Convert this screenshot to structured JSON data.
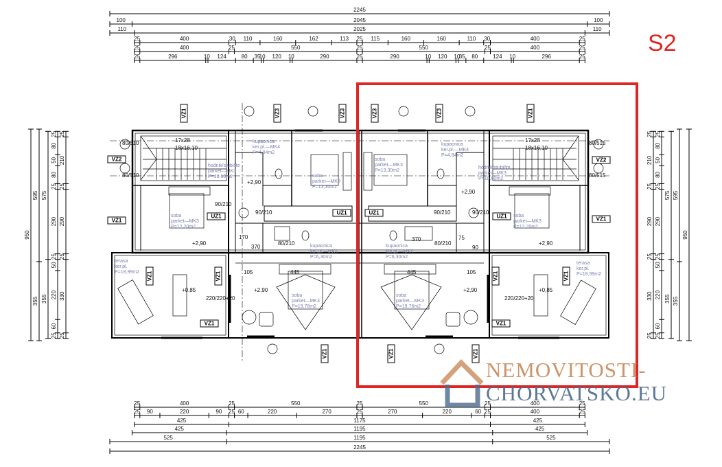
{
  "sheet_label": "S2",
  "highlight_color": "#e02424",
  "watermark": {
    "line1": "NEMOVITOSTI-",
    "line2": "CHORVATSKO.EU"
  },
  "dimensions": {
    "top": [
      {
        "offset": 0,
        "segments": [
          2245
        ]
      },
      {
        "offset": 0,
        "segments": [
          100,
          2045,
          100
        ]
      },
      {
        "offset": 0,
        "segments": [
          110,
          2025,
          110
        ]
      },
      {
        "offset": 110,
        "segments": [
          25,
          400,
          30,
          110,
          160,
          162,
          113,
          25,
          115,
          160,
          160,
          110,
          30,
          400,
          25
        ]
      },
      {
        "offset": 110,
        "segments": [
          25,
          400,
          25,
          550,
          25,
          550,
          25,
          400,
          25
        ]
      },
      {
        "offset": 110,
        "segments": [
          25,
          296,
          10,
          124,
          80,
          35,
          10,
          120,
          10,
          290,
          25,
          290,
          10,
          120,
          10,
          35,
          80,
          124,
          10,
          296,
          25
        ]
      }
    ],
    "bottom": [
      {
        "offset": 110,
        "segments": [
          25,
          400,
          25,
          550,
          25,
          550,
          25,
          400,
          25
        ]
      },
      {
        "offset": 110,
        "segments": [
          25,
          90,
          220,
          90,
          25,
          60,
          220,
          270,
          25,
          270,
          220,
          60,
          25,
          400,
          25
        ]
      },
      {
        "offset": 110,
        "segments": [
          425,
          1175,
          425
        ]
      },
      {
        "offset": 100,
        "segments": [
          425,
          1195,
          425
        ]
      },
      {
        "offset": 0,
        "segments": [
          525,
          1195,
          525
        ]
      },
      {
        "offset": 0,
        "segments": [
          2245
        ]
      }
    ],
    "left": [
      {
        "offset": 0,
        "segments": [
          950
        ]
      },
      {
        "offset": 0,
        "segments": [
          595,
          355
        ]
      },
      {
        "offset": 10,
        "segments": [
          575,
          355
        ]
      },
      {
        "offset": 10,
        "segments": [
          25,
          80,
          50,
          80,
          25,
          290,
          25,
          50,
          220,
          60,
          25
        ]
      },
      {
        "offset": 10,
        "segments": [
          25,
          210,
          25,
          290,
          25,
          330,
          25
        ]
      }
    ],
    "right": [
      {
        "offset": 10,
        "segments": [
          25,
          210,
          25,
          290,
          25,
          330,
          25
        ]
      },
      {
        "offset": 10,
        "segments": [
          25,
          80,
          50,
          80,
          25,
          290,
          25,
          50,
          220,
          60,
          25
        ]
      },
      {
        "offset": 10,
        "segments": [
          575,
          355
        ]
      },
      {
        "offset": 0,
        "segments": [
          595,
          355
        ]
      },
      {
        "offset": 0,
        "segments": [
          950
        ]
      }
    ]
  },
  "rooms": [
    {
      "name": "hodnik/stubište",
      "floor": "parket—MK3",
      "area": "P=10,60m2"
    },
    {
      "name": "kupaonica",
      "floor": "ker.pl.—MK4",
      "area": "P=4,84m2"
    },
    {
      "name": "soba",
      "floor": "parket—MK3",
      "area": "P=13,30m2"
    },
    {
      "name": "soba",
      "floor": "parket—MK3",
      "area": "P=12,20m2"
    },
    {
      "name": "kupaonica",
      "floor": "ker.pl.—MK4",
      "area": "P=6,30m2"
    },
    {
      "name": "terasa",
      "floor": "ker.pl.",
      "area": "P=18,99m2"
    },
    {
      "name": "soba",
      "floor": "parket—MK3",
      "area": "P=19,76m2"
    },
    {
      "name": "soba",
      "floor": "parket—MK3",
      "area": "P=13,30m2"
    },
    {
      "name": "kupaonica",
      "floor": "ker.pl.—MK4",
      "area": "P=4,84m2"
    },
    {
      "name": "hodnik/stubište",
      "floor": "parket—MK3",
      "area": "P=10,60m2"
    },
    {
      "name": "soba",
      "floor": "parket—MK3",
      "area": "P=12,20m2"
    },
    {
      "name": "kupaonica",
      "floor": "ker.pl.—MK4",
      "area": "P=6,30m2"
    },
    {
      "name": "soba",
      "floor": "parket—MK3",
      "area": "P=19,76m2"
    },
    {
      "name": "terasa",
      "floor": "ker.pl.",
      "area": "P=18,99m2"
    }
  ],
  "stairs": [
    {
      "riser": "17x28",
      "run": "18x16,10"
    },
    {
      "riser": "17x28",
      "run": "18x16,10"
    }
  ],
  "tags": [
    "VZ1",
    "VZ3",
    "VZ3",
    "VZ3",
    "VZ3",
    "VZ1",
    "VZ2",
    "VZ2",
    "VZ1",
    "VZ1",
    "UZ1",
    "UZ1",
    "UZ1",
    "UZ1",
    "VZ1",
    "VZ1",
    "VZ1",
    "VZ1",
    "VZ1",
    "VZ1",
    "VZ1",
    "VZ1",
    "VZ1"
  ],
  "labels": [
    "+2,90",
    "+2,90",
    "+2,90",
    "+2,90",
    "+2,90",
    "+2,90",
    "+0,85",
    "+0,85",
    "90/210",
    "90/210",
    "90/210",
    "90/210",
    "80/210",
    "80/210",
    "80/510",
    "80/510",
    "80/515",
    "80/515",
    "445",
    "445",
    "105",
    "105",
    "370",
    "370",
    "170",
    "75",
    "90",
    "220/220+20",
    "220/220+20"
  ]
}
